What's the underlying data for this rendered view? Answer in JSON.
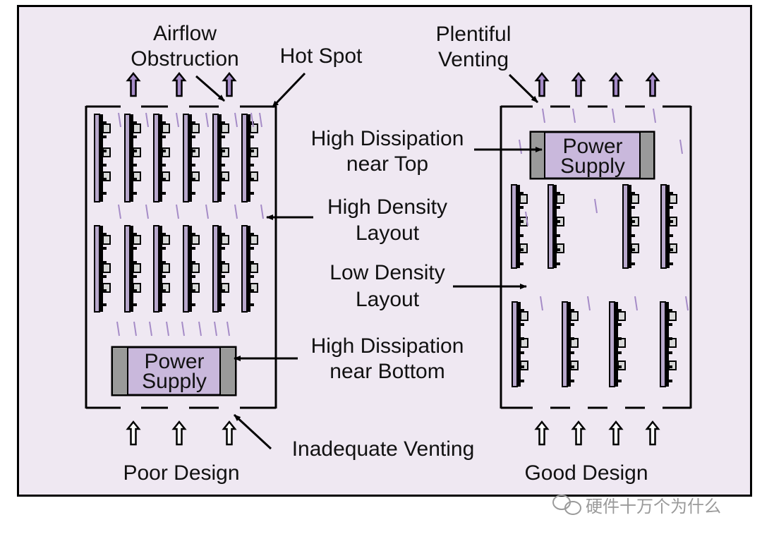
{
  "labels": {
    "airflow_obstruction_1": "Airflow",
    "airflow_obstruction_2": "Obstruction",
    "hot_spot": "Hot Spot",
    "plentiful_venting_1": "Plentiful",
    "plentiful_venting_2": "Venting",
    "high_dissipation_top_1": "High Dissipation",
    "high_dissipation_top_2": "near Top",
    "high_density_1": "High Density",
    "high_density_2": "Layout",
    "low_density_1": "Low Density",
    "low_density_2": "Layout",
    "high_dissipation_bottom_1": "High Dissipation",
    "high_dissipation_bottom_2": "near Bottom",
    "inadequate_venting": "Inadequate Venting",
    "poor_design": "Poor Design",
    "good_design": "Good Design"
  },
  "power_supply": {
    "line1": "Power",
    "line2": "Supply"
  },
  "watermark": "硬件十万个为什么",
  "colors": {
    "background": "#efe8f2",
    "card": "#b8a8cc",
    "airflow": "#a58bc7",
    "psu": "#c9b8dc"
  },
  "icons": {
    "watermark": "wechat-icon"
  }
}
